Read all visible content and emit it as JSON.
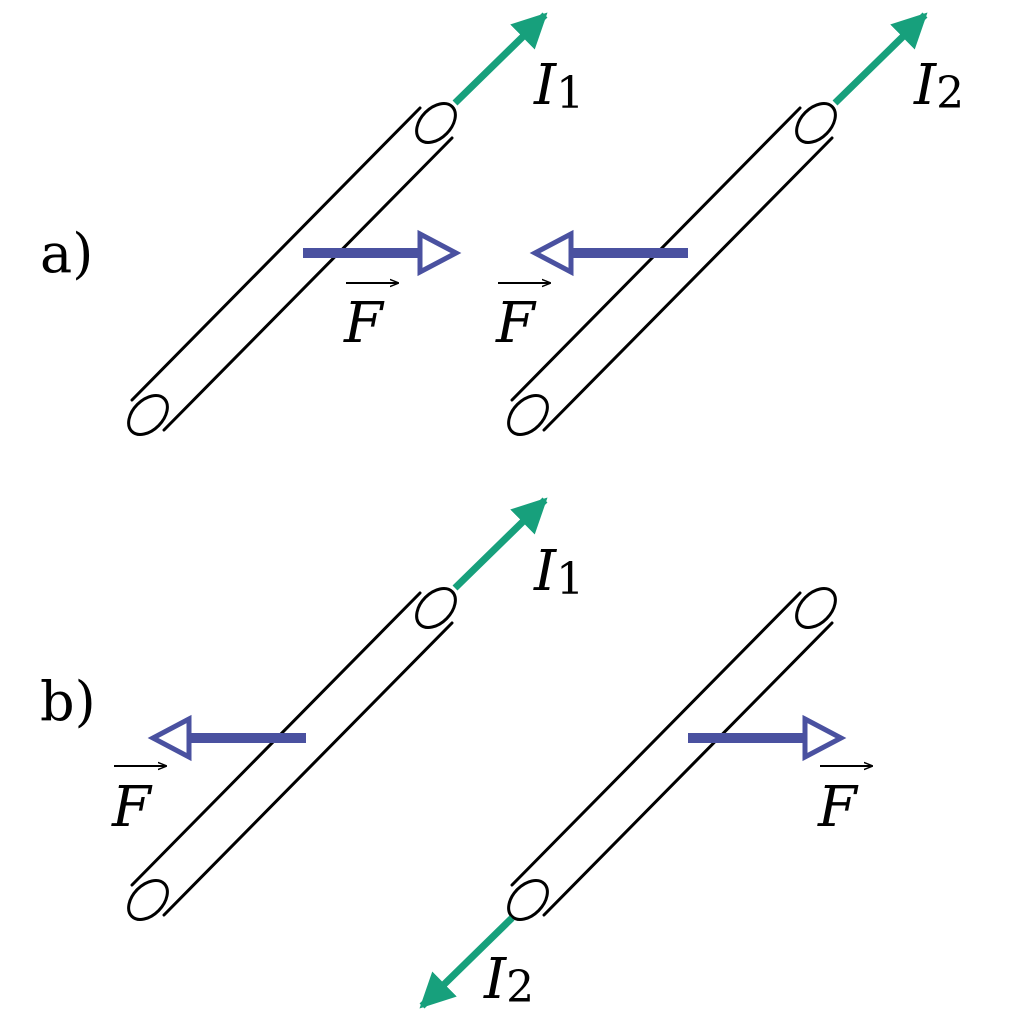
{
  "colors": {
    "current_arrow": "#17a07c",
    "force_arrow": "#4a51a0",
    "wire_stroke": "#000000",
    "wire_fill": "#ffffff"
  },
  "panels": [
    {
      "label": "a)",
      "current_1": {
        "symbol": "I",
        "subscript": "1",
        "direction": "up-right"
      },
      "current_2": {
        "symbol": "I",
        "subscript": "2",
        "direction": "up-right"
      },
      "force_left_wire": {
        "label": "F",
        "direction": "right",
        "meaning": "attraction"
      },
      "force_right_wire": {
        "label": "F",
        "direction": "left",
        "meaning": "attraction"
      }
    },
    {
      "label": "b)",
      "current_1": {
        "symbol": "I",
        "subscript": "1",
        "direction": "up-right"
      },
      "current_2": {
        "symbol": "I",
        "subscript": "2",
        "direction": "down-left"
      },
      "force_left_wire": {
        "label": "F",
        "direction": "left",
        "meaning": "repulsion"
      },
      "force_right_wire": {
        "label": "F",
        "direction": "right",
        "meaning": "repulsion"
      }
    }
  ]
}
